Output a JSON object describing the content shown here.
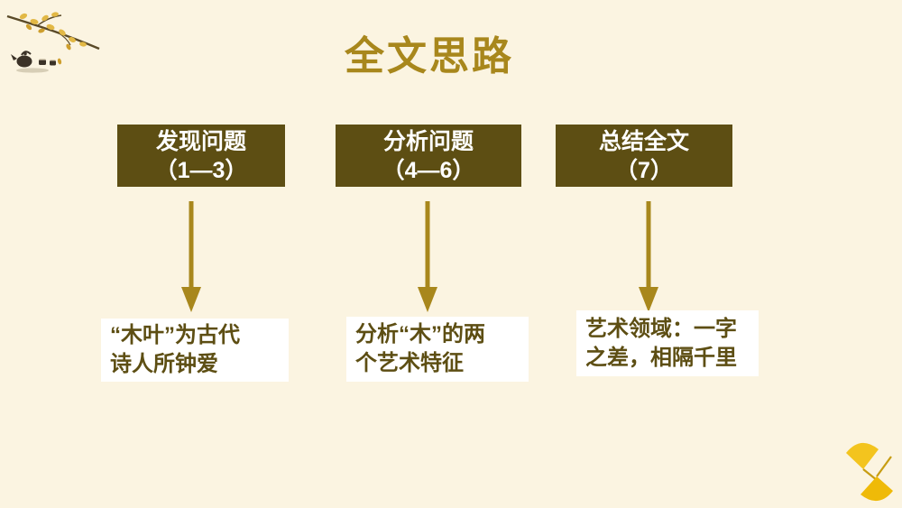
{
  "slide": {
    "title": "全文思路",
    "background_color": "#FBF4E1",
    "title_color": "#A8871C"
  },
  "flow": {
    "arrow_color": "#A8871C",
    "header_box_color": "#5D4E13",
    "header_text_color": "#FFFFFF",
    "detail_box_color": "#FFFFFF",
    "detail_text_color": "#5D4E13",
    "columns": [
      {
        "header_line1": "发现问题",
        "header_line2": "（1—3）",
        "detail_line1": "“木叶”为古代",
        "detail_line2": "诗人所钟爱"
      },
      {
        "header_line1": "分析问题",
        "header_line2": "（4—6）",
        "detail_line1": "分析“木”的两",
        "detail_line2": "个艺术特征"
      },
      {
        "header_line1": "总结全文",
        "header_line2": "（7）",
        "detail_line1": "艺术领域：一字",
        "detail_line2": "之差，相隔千里"
      }
    ]
  },
  "decorations": {
    "top_left": "ink-branch-with-teapot",
    "bottom_right": "ginkgo-leaves",
    "ginkgo_color": "#F2C312",
    "branch_color": "#5A4A28"
  }
}
